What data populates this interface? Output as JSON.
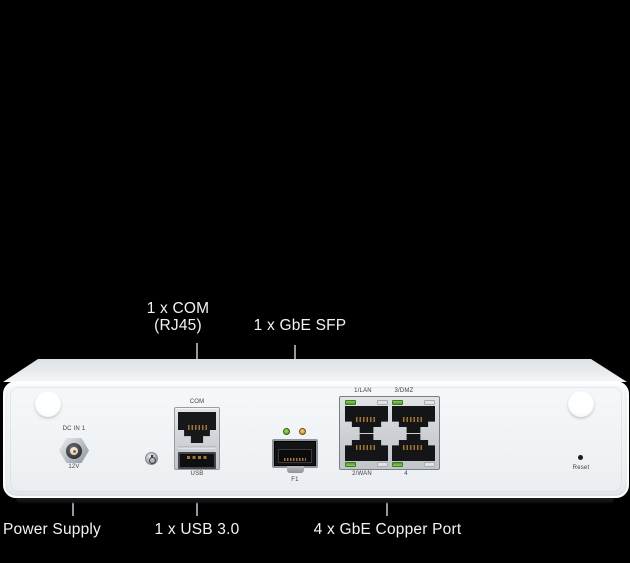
{
  "diagram": {
    "title_context": "appliance rear panel callout diagram",
    "callouts": {
      "com": {
        "line1": "1 x COM",
        "line2": "(RJ45)"
      },
      "sfp": {
        "label": "1 x GbE SFP"
      },
      "power_supply": {
        "label": "Power Supply"
      },
      "usb": {
        "label": "1 x USB 3.0"
      },
      "copper": {
        "label": "4 x GbE Copper Port"
      }
    },
    "device": {
      "power_input": {
        "top_label": "DC IN 1",
        "bottom_label": "12V"
      },
      "com_port": {
        "label": "COM"
      },
      "usb_port": {
        "label": "USB"
      },
      "sfp_port": {
        "label": "F1"
      },
      "ethernet_ports": {
        "top_left": "1/LAN",
        "top_right": "3/DMZ",
        "bottom_left": "2/WAN",
        "bottom_right": "4"
      },
      "reset_button": {
        "label": "Reset"
      }
    },
    "colors": {
      "background": "#000000",
      "callout_text": "#f2f3f4",
      "leader_line": "#96999c",
      "chassis_face": "#f0f3f5",
      "device_label_text": "#3d4247",
      "port_metal": "#c9cdd1",
      "port_dark": "#141517",
      "pin_gold": "#a3762c",
      "led_green": "#5cb53a",
      "led_amber": "#d89a3a"
    }
  }
}
